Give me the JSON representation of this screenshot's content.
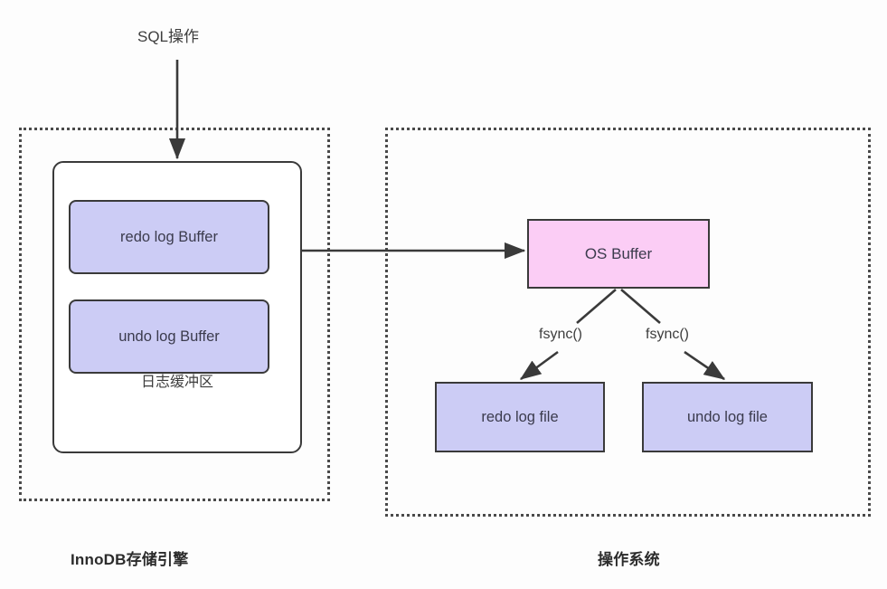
{
  "diagram": {
    "title_note": "MySQL InnoDB log buffer flush to OS buffer and log files",
    "groups": [
      {
        "id": "innodb",
        "caption": "InnoDB存储引擎"
      },
      {
        "id": "os",
        "caption": "操作系统"
      }
    ],
    "labels": {
      "sql_operation": "SQL操作",
      "log_buffer_area": "日志缓冲区",
      "fsync_left": "fsync()",
      "fsync_right": "fsync()"
    },
    "nodes": {
      "redo_log_buffer": "redo log Buffer",
      "undo_log_buffer": "undo log Buffer",
      "os_buffer": "OS Buffer",
      "redo_log_file": "redo log file",
      "undo_log_file": "undo log file"
    },
    "colors": {
      "buffer_fill": "#ccccf5",
      "os_buffer_fill": "#fbcdf5",
      "stroke": "#3a3a3a",
      "dotted_border": "#4a4a4a",
      "text": "#3d3d3d",
      "background": "#fdfdfd"
    },
    "edges": [
      {
        "from": "SQL操作",
        "to": "日志缓冲区",
        "label": ""
      },
      {
        "from": "redo log Buffer",
        "to": "OS Buffer",
        "label": ""
      },
      {
        "from": "OS Buffer",
        "to": "redo log file",
        "label": "fsync()"
      },
      {
        "from": "OS Buffer",
        "to": "undo log file",
        "label": "fsync()"
      }
    ]
  }
}
